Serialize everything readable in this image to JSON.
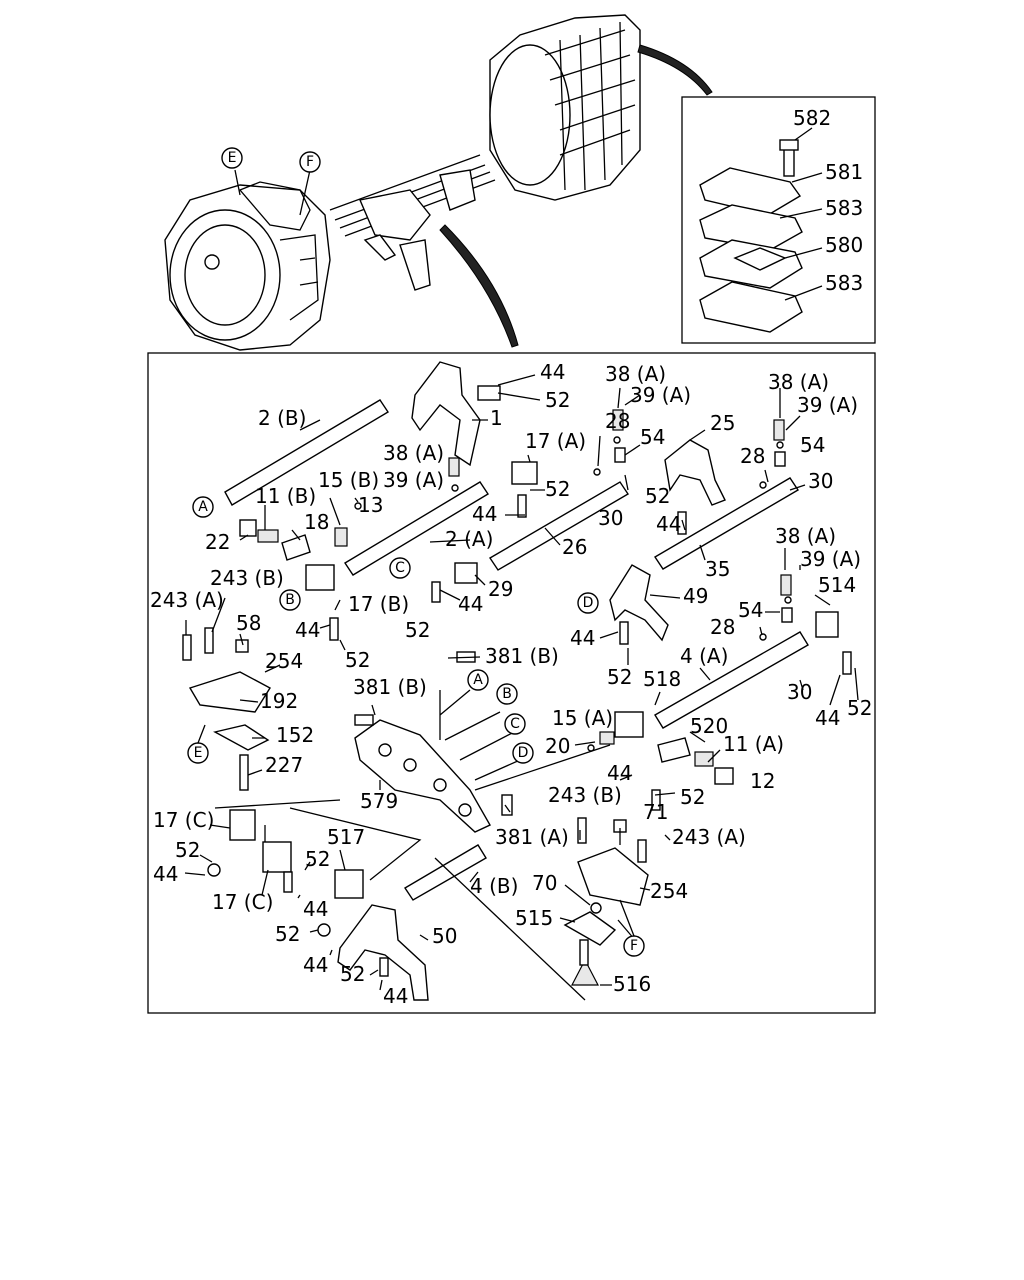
{
  "labels": {
    "l582": "582",
    "l581": "581",
    "l583a": "583",
    "l580": "580",
    "l583b": "583",
    "l44_top": "44",
    "l52_top": "52",
    "l1": "1",
    "l2B": "2 (B)",
    "l38A_1": "38 (A)",
    "l39A_1": "39 (A)",
    "l28_1": "28",
    "l54_1": "54",
    "l25": "25",
    "l38A_2": "38 (A)",
    "l39A_2": "39 (A)",
    "l54_2": "54",
    "l28_2": "28",
    "l30_1": "30",
    "l38A_3": "38 (A)",
    "l39A_3": "39 (A)",
    "l15B": "15 (B)",
    "l13": "13",
    "l17A": "17 (A)",
    "l52_a": "52",
    "l44_a": "44",
    "l52_b": "52",
    "l30_2": "30",
    "l44_b": "44",
    "l11B": "11 (B)",
    "l22": "22",
    "l18": "18",
    "l2A": "2 (A)",
    "l26": "26",
    "l35": "35",
    "l38A_4": "38 (A)",
    "l39A_4": "39 (A)",
    "l514": "514",
    "l29": "29",
    "l44_c": "44",
    "l52_c": "52",
    "l17B": "17 (B)",
    "l44_d": "44",
    "l52_d": "52",
    "l49": "49",
    "l44_e": "44",
    "l52_e": "52",
    "l54_3": "54",
    "l28_3": "28",
    "l243B_1": "243 (B)",
    "l243A_1": "243 (A)",
    "l58": "58",
    "l254_1": "254",
    "l192": "192",
    "l152": "152",
    "l227": "227",
    "l381B_1": "381 (B)",
    "l381B_2": "381 (B)",
    "l4A": "4 (A)",
    "l518": "518",
    "l30_3": "30",
    "l44_f": "44",
    "l52_f": "52",
    "l15A": "15 (A)",
    "l20": "20",
    "l520": "520",
    "l11A": "11 (A)",
    "l12": "12",
    "l44_g": "44",
    "l52_g": "52",
    "l579": "579",
    "l381A": "381 (A)",
    "l243B_2": "243 (B)",
    "l71": "71",
    "l243A_2": "243 (A)",
    "l17C_1": "17 (C)",
    "l52_h": "52",
    "l44_h": "44",
    "l17C_2": "17 (C)",
    "l517": "517",
    "l52_i": "52",
    "l44_i": "44",
    "l52_j": "52",
    "l44_j": "44",
    "l4B": "4 (B)",
    "l70": "70",
    "l254_2": "254",
    "l515": "515",
    "l50": "50",
    "l52_k": "52",
    "l44_k": "44",
    "l516": "516"
  },
  "callouts": {
    "E_top": "E",
    "F_top": "F",
    "A1": "A",
    "B1": "B",
    "C1": "C",
    "D1": "D",
    "A2": "A",
    "B2": "B",
    "C2": "C",
    "D2": "D",
    "E2": "E",
    "F2": "F"
  }
}
